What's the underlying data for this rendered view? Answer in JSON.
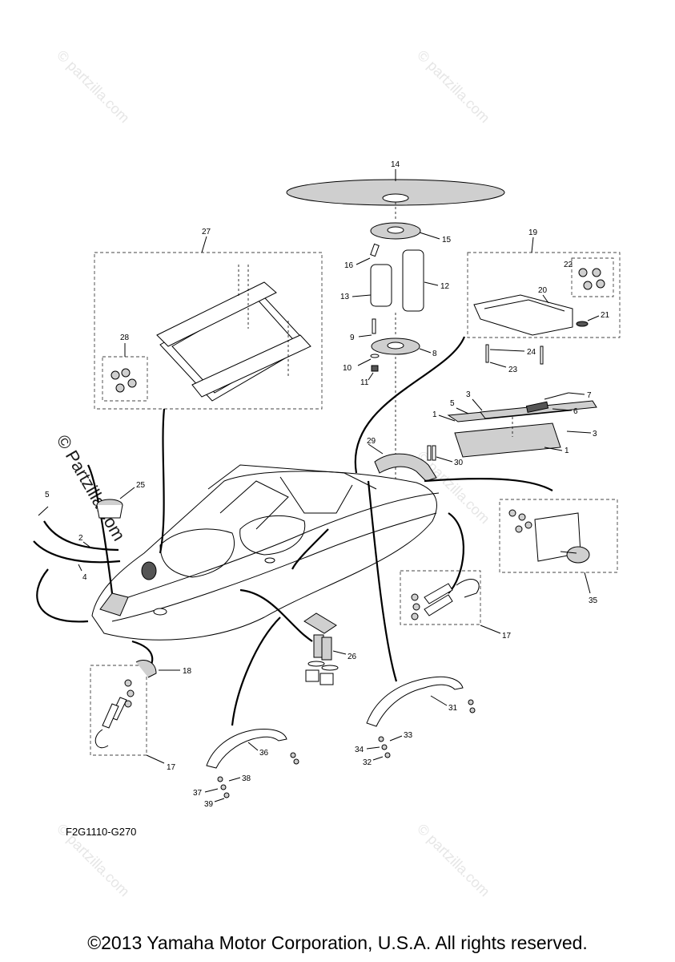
{
  "watermarks": {
    "faint": "© partzilla.com",
    "prominent": "© Partzilla.com"
  },
  "callouts": {
    "c1": "1",
    "c1b": "1",
    "c2": "2",
    "c3": "3",
    "c3b": "3",
    "c4": "4",
    "c5": "5",
    "c5b": "5",
    "c6": "6",
    "c7": "7",
    "c8": "8",
    "c9": "9",
    "c10": "10",
    "c11": "11",
    "c12": "12",
    "c13": "13",
    "c14": "14",
    "c15": "15",
    "c16": "16",
    "c17": "17",
    "c17b": "17",
    "c18": "18",
    "c19": "19",
    "c20": "20",
    "c21": "21",
    "c22": "22",
    "c23": "23",
    "c24": "24",
    "c25": "25",
    "c26": "26",
    "c27": "27",
    "c28": "28",
    "c29": "29",
    "c30": "30",
    "c31": "31",
    "c32": "32",
    "c33": "33",
    "c34": "34",
    "c35": "35",
    "c36": "36",
    "c37": "37",
    "c38": "38",
    "c39": "39"
  },
  "diagram_code": "F2G1110-G270",
  "copyright": "©2013 Yamaha Motor Corporation, U.S.A. All rights reserved."
}
